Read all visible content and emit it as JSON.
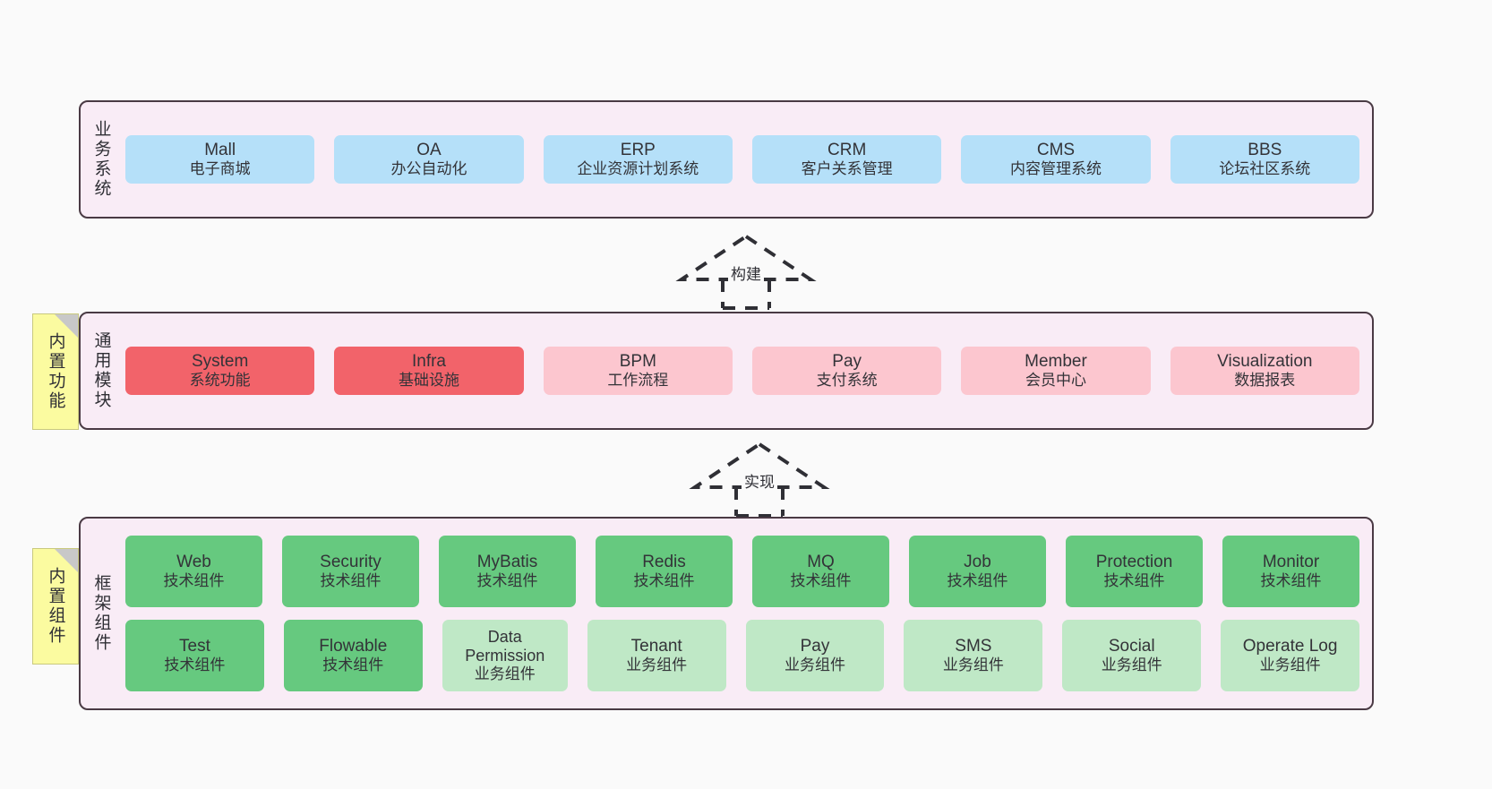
{
  "diagram": {
    "background": "#fafafa",
    "container_fill": "#f9ecf6",
    "container_border": "#4a3a44",
    "note_fill": "#fbfba0"
  },
  "layers": [
    {
      "id": "business-systems",
      "title": "业务系统",
      "note": null,
      "rows": [
        {
          "nodes": [
            {
              "en": "Mall",
              "cn": "电子商城",
              "color": "#b5e0f9",
              "style": "c-blue"
            },
            {
              "en": "OA",
              "cn": "办公自动化",
              "color": "#b5e0f9",
              "style": "c-blue"
            },
            {
              "en": "ERP",
              "cn": "企业资源计划系统",
              "color": "#b5e0f9",
              "style": "c-blue"
            },
            {
              "en": "CRM",
              "cn": "客户关系管理",
              "color": "#b5e0f9",
              "style": "c-blue"
            },
            {
              "en": "CMS",
              "cn": "内容管理系统",
              "color": "#b5e0f9",
              "style": "c-blue"
            },
            {
              "en": "BBS",
              "cn": "论坛社区系统",
              "color": "#b5e0f9",
              "style": "c-blue"
            }
          ]
        }
      ]
    },
    {
      "id": "common-modules",
      "title": "通用模块",
      "note": "内置功能",
      "rows": [
        {
          "nodes": [
            {
              "en": "System",
              "cn": "系统功能",
              "color": "#f2636a",
              "style": "c-red"
            },
            {
              "en": "Infra",
              "cn": "基础设施",
              "color": "#f2636a",
              "style": "c-red"
            },
            {
              "en": "BPM",
              "cn": "工作流程",
              "color": "#fcc6cf",
              "style": "c-pink"
            },
            {
              "en": "Pay",
              "cn": "支付系统",
              "color": "#fcc6cf",
              "style": "c-pink"
            },
            {
              "en": "Member",
              "cn": "会员中心",
              "color": "#fcc6cf",
              "style": "c-pink"
            },
            {
              "en": "Visualization",
              "cn": "数据报表",
              "color": "#fcc6cf",
              "style": "c-pink"
            }
          ]
        }
      ]
    },
    {
      "id": "framework-components",
      "title": "框架组件",
      "note": "内置组件",
      "rows": [
        {
          "nodes": [
            {
              "en": "Web",
              "cn": "技术组件",
              "color": "#66c97f",
              "style": "c-green"
            },
            {
              "en": "Security",
              "cn": "技术组件",
              "color": "#66c97f",
              "style": "c-green"
            },
            {
              "en": "MyBatis",
              "cn": "技术组件",
              "color": "#66c97f",
              "style": "c-green"
            },
            {
              "en": "Redis",
              "cn": "技术组件",
              "color": "#66c97f",
              "style": "c-green"
            },
            {
              "en": "MQ",
              "cn": "技术组件",
              "color": "#66c97f",
              "style": "c-green"
            },
            {
              "en": "Job",
              "cn": "技术组件",
              "color": "#66c97f",
              "style": "c-green"
            },
            {
              "en": "Protection",
              "cn": "技术组件",
              "color": "#66c97f",
              "style": "c-green"
            },
            {
              "en": "Monitor",
              "cn": "技术组件",
              "color": "#66c97f",
              "style": "c-green"
            }
          ]
        },
        {
          "nodes": [
            {
              "en": "Test",
              "cn": "技术组件",
              "color": "#66c97f",
              "style": "c-green"
            },
            {
              "en": "Flowable",
              "cn": "技术组件",
              "color": "#66c97f",
              "style": "c-green"
            },
            {
              "en": "Data Permission",
              "cn": "业务组件",
              "color": "#bfe8c6",
              "style": "c-lightgreen"
            },
            {
              "en": "Tenant",
              "cn": "业务组件",
              "color": "#bfe8c6",
              "style": "c-lightgreen"
            },
            {
              "en": "Pay",
              "cn": "业务组件",
              "color": "#bfe8c6",
              "style": "c-lightgreen"
            },
            {
              "en": "SMS",
              "cn": "业务组件",
              "color": "#bfe8c6",
              "style": "c-lightgreen"
            },
            {
              "en": "Social",
              "cn": "业务组件",
              "color": "#bfe8c6",
              "style": "c-lightgreen"
            },
            {
              "en": "Operate Log",
              "cn": "业务组件",
              "color": "#bfe8c6",
              "style": "c-lightgreen"
            }
          ]
        }
      ]
    }
  ],
  "connectors": [
    {
      "id": "build",
      "label": "构建"
    },
    {
      "id": "implement",
      "label": "实现"
    }
  ]
}
